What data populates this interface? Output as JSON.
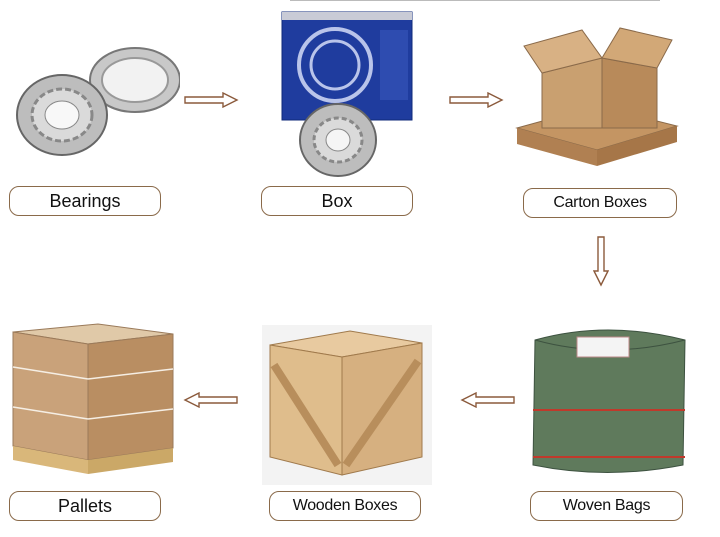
{
  "steps": [
    {
      "id": "bearings",
      "label": "Bearings"
    },
    {
      "id": "box",
      "label": "Box"
    },
    {
      "id": "carton",
      "label": "Carton Boxes"
    },
    {
      "id": "woven",
      "label": "Woven Bags"
    },
    {
      "id": "wooden",
      "label": "Wooden Boxes"
    },
    {
      "id": "pallets",
      "label": "Pallets"
    }
  ],
  "colors": {
    "arrow": "#8b5a3c",
    "label_border": "#8a6a4a",
    "box_blue": "#1f3c9e",
    "carton": "#c9a070",
    "woven": "#5f7a5c",
    "wood": "#d9b888"
  }
}
